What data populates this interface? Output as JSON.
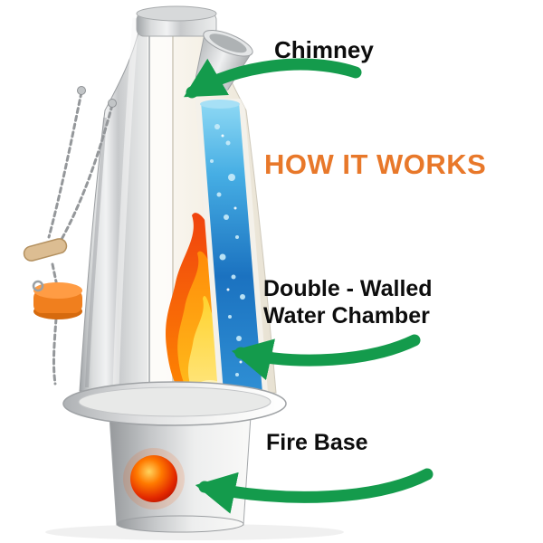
{
  "title": {
    "text": "HOW IT WORKS",
    "color": "#E8782A"
  },
  "labels": {
    "chimney": "Chimney",
    "water_chamber_line1": "Double - Walled",
    "water_chamber_line2": "Water Chamber",
    "fire_base": "Fire Base"
  },
  "diagram": {
    "subject": "camping-kettle-cutaway",
    "parts": [
      "chimney-cup",
      "double-wall-water-chamber",
      "flame",
      "fire-base",
      "cork-stopper",
      "handle-chain",
      "kettle-body",
      "fire-bowl"
    ],
    "icons": {
      "arrow": "curved-left-green-arrow"
    },
    "colors": {
      "arrow_green": "#149B4C",
      "water_blue": "#1B72C0",
      "water_light": "#8FD9F4",
      "flame_red": "#F0430E",
      "flame_orange": "#FB8C08",
      "flame_yellow": "#FFD22E",
      "fire_ball_red": "#E22800",
      "cork_orange": "#F07F1E",
      "metal_gray": "#C7C9CB",
      "label_black": "#0D0D0D",
      "title_orange": "#E8782A",
      "background": "#FFFFFF"
    }
  }
}
